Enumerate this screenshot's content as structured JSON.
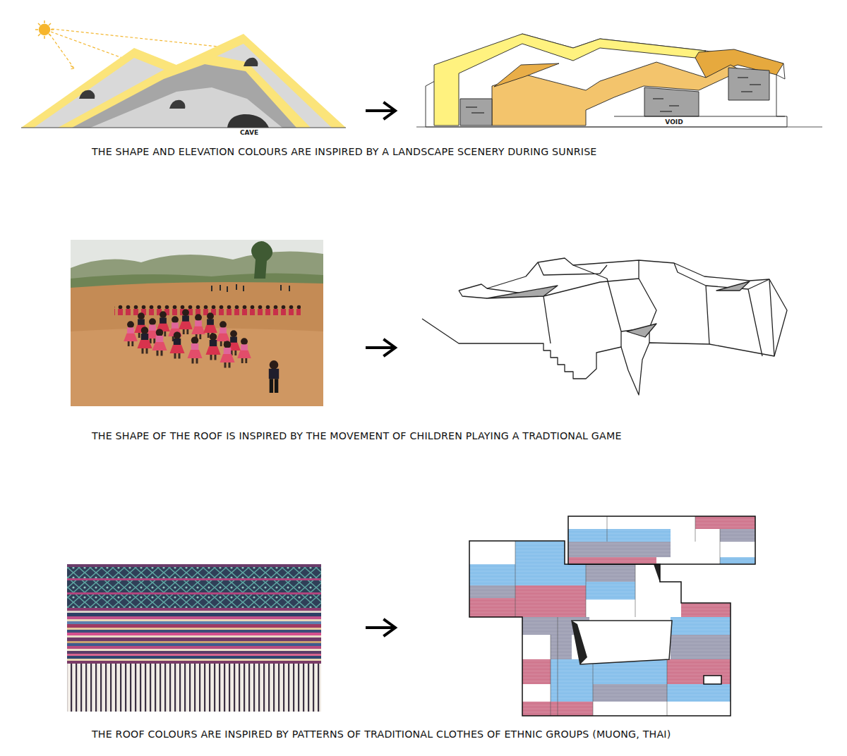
{
  "diagram": {
    "labels": [
      "CAVE",
      "VOID",
      "THE SHAPE AND ELEVATION COLOURS ARE INSPIRED BY A LANDSCAPE SCENERY DURING SUNRISE",
      "THE SHAPE OF THE ROOF IS INSPIRED BY THE MOVEMENT OF CHILDREN PLAYING A TRADTIONAL GAME",
      "THE ROOF COLOURS ARE INSPIRED BY PATTERNS OF TRADITIONAL CLOTHES OF ETHNIC GROUPS (MUONG, THAI)"
    ]
  }
}
